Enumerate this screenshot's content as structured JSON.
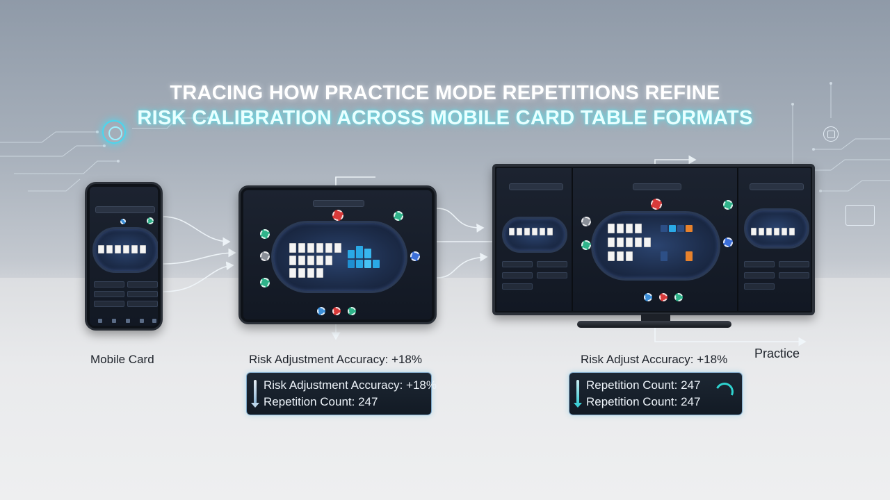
{
  "headline": {
    "line1": "TRACING HOW PRACTICE MODE REPETITIONS REFINE",
    "line2": "RISK CALIBRATION ACROSS MOBILE CARD TABLE FORMATS"
  },
  "labels": {
    "phone_caption": "Mobile Card",
    "tablet_caption": "Risk Adjustment Accuracy: +18%",
    "monitor_caption": "Risk Adjust Accuracy: +18%",
    "practice_caption": "Practice"
  },
  "stats_left": {
    "line1": "Risk Adjustment Accuracy: +18%",
    "line2": "Repetition Count: 247"
  },
  "stats_right": {
    "line1": "Repetition Count: 247",
    "line2": "Repetition Count: 247"
  },
  "colors": {
    "accent_teal": "#3ecfd6",
    "glow_cyan": "#47d8f0",
    "table_blue": "#2b4470",
    "grid_blue": "#2aa9e6",
    "highlight_orange": "#e8822c"
  },
  "icons": [
    "circuit-ring-icon",
    "chip-icon",
    "card-icon",
    "down-arrow-icon",
    "gauge-icon",
    "flow-arrow-icon"
  ]
}
